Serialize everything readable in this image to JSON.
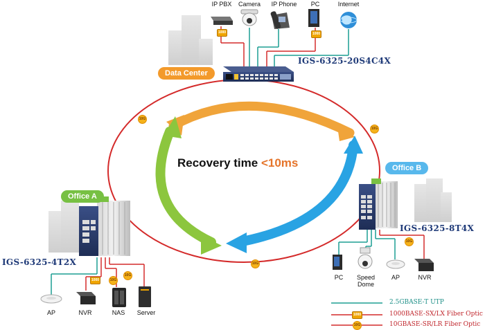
{
  "title": {
    "prefix": "Recovery time",
    "value": "<10ms"
  },
  "colors": {
    "ring_red": "#d42a2a",
    "utp_teal": "#1b9e92",
    "arrow_orange": "#f0a43a",
    "arrow_blue": "#29a3e3",
    "arrow_green": "#8cc63e",
    "data_center_pill": "#f39a2b",
    "office_a_pill": "#77c043",
    "office_b_pill": "#58b8ec",
    "model_text": "#1f3a78"
  },
  "top_devices": [
    {
      "label": "IP PBX",
      "icon": "ip-pbx-icon"
    },
    {
      "label": "Camera",
      "icon": "dome-camera-icon"
    },
    {
      "label": "IP Phone",
      "icon": "ip-phone-icon"
    },
    {
      "label": "PC",
      "icon": "pc-icon"
    },
    {
      "label": "Internet",
      "icon": "globe-icon"
    }
  ],
  "sites": {
    "data_center": {
      "label": "Data Center",
      "model": "IGS-6325-20S4C4X"
    },
    "office_a": {
      "label": "Office A",
      "model": "IGS-6325-4T2X"
    },
    "office_b": {
      "label": "Office B",
      "model": "IGS-6325-8T4X"
    }
  },
  "office_a_devices": [
    {
      "label": "AP",
      "icon": "access-point-icon"
    },
    {
      "label": "NVR",
      "icon": "nvr-icon"
    },
    {
      "label": "NAS",
      "icon": "nas-icon"
    },
    {
      "label": "Server",
      "icon": "server-icon"
    }
  ],
  "office_b_devices": [
    {
      "label": "PC",
      "icon": "pc-icon"
    },
    {
      "label": "Speed\nDome",
      "icon": "speed-dome-icon"
    },
    {
      "label": "AP",
      "icon": "access-point-icon"
    },
    {
      "label": "NVR",
      "icon": "nvr-icon"
    }
  ],
  "badges": {
    "g1": "1000",
    "g10": "10G"
  },
  "legend": [
    {
      "label": "2.5GBASE-T UTP",
      "type": "utp"
    },
    {
      "label": "1000BASE-SX/LX Fiber Optic",
      "type": "fiber-1g"
    },
    {
      "label": "10GBASE-SR/LR Fiber Optic",
      "type": "fiber-10g"
    }
  ]
}
